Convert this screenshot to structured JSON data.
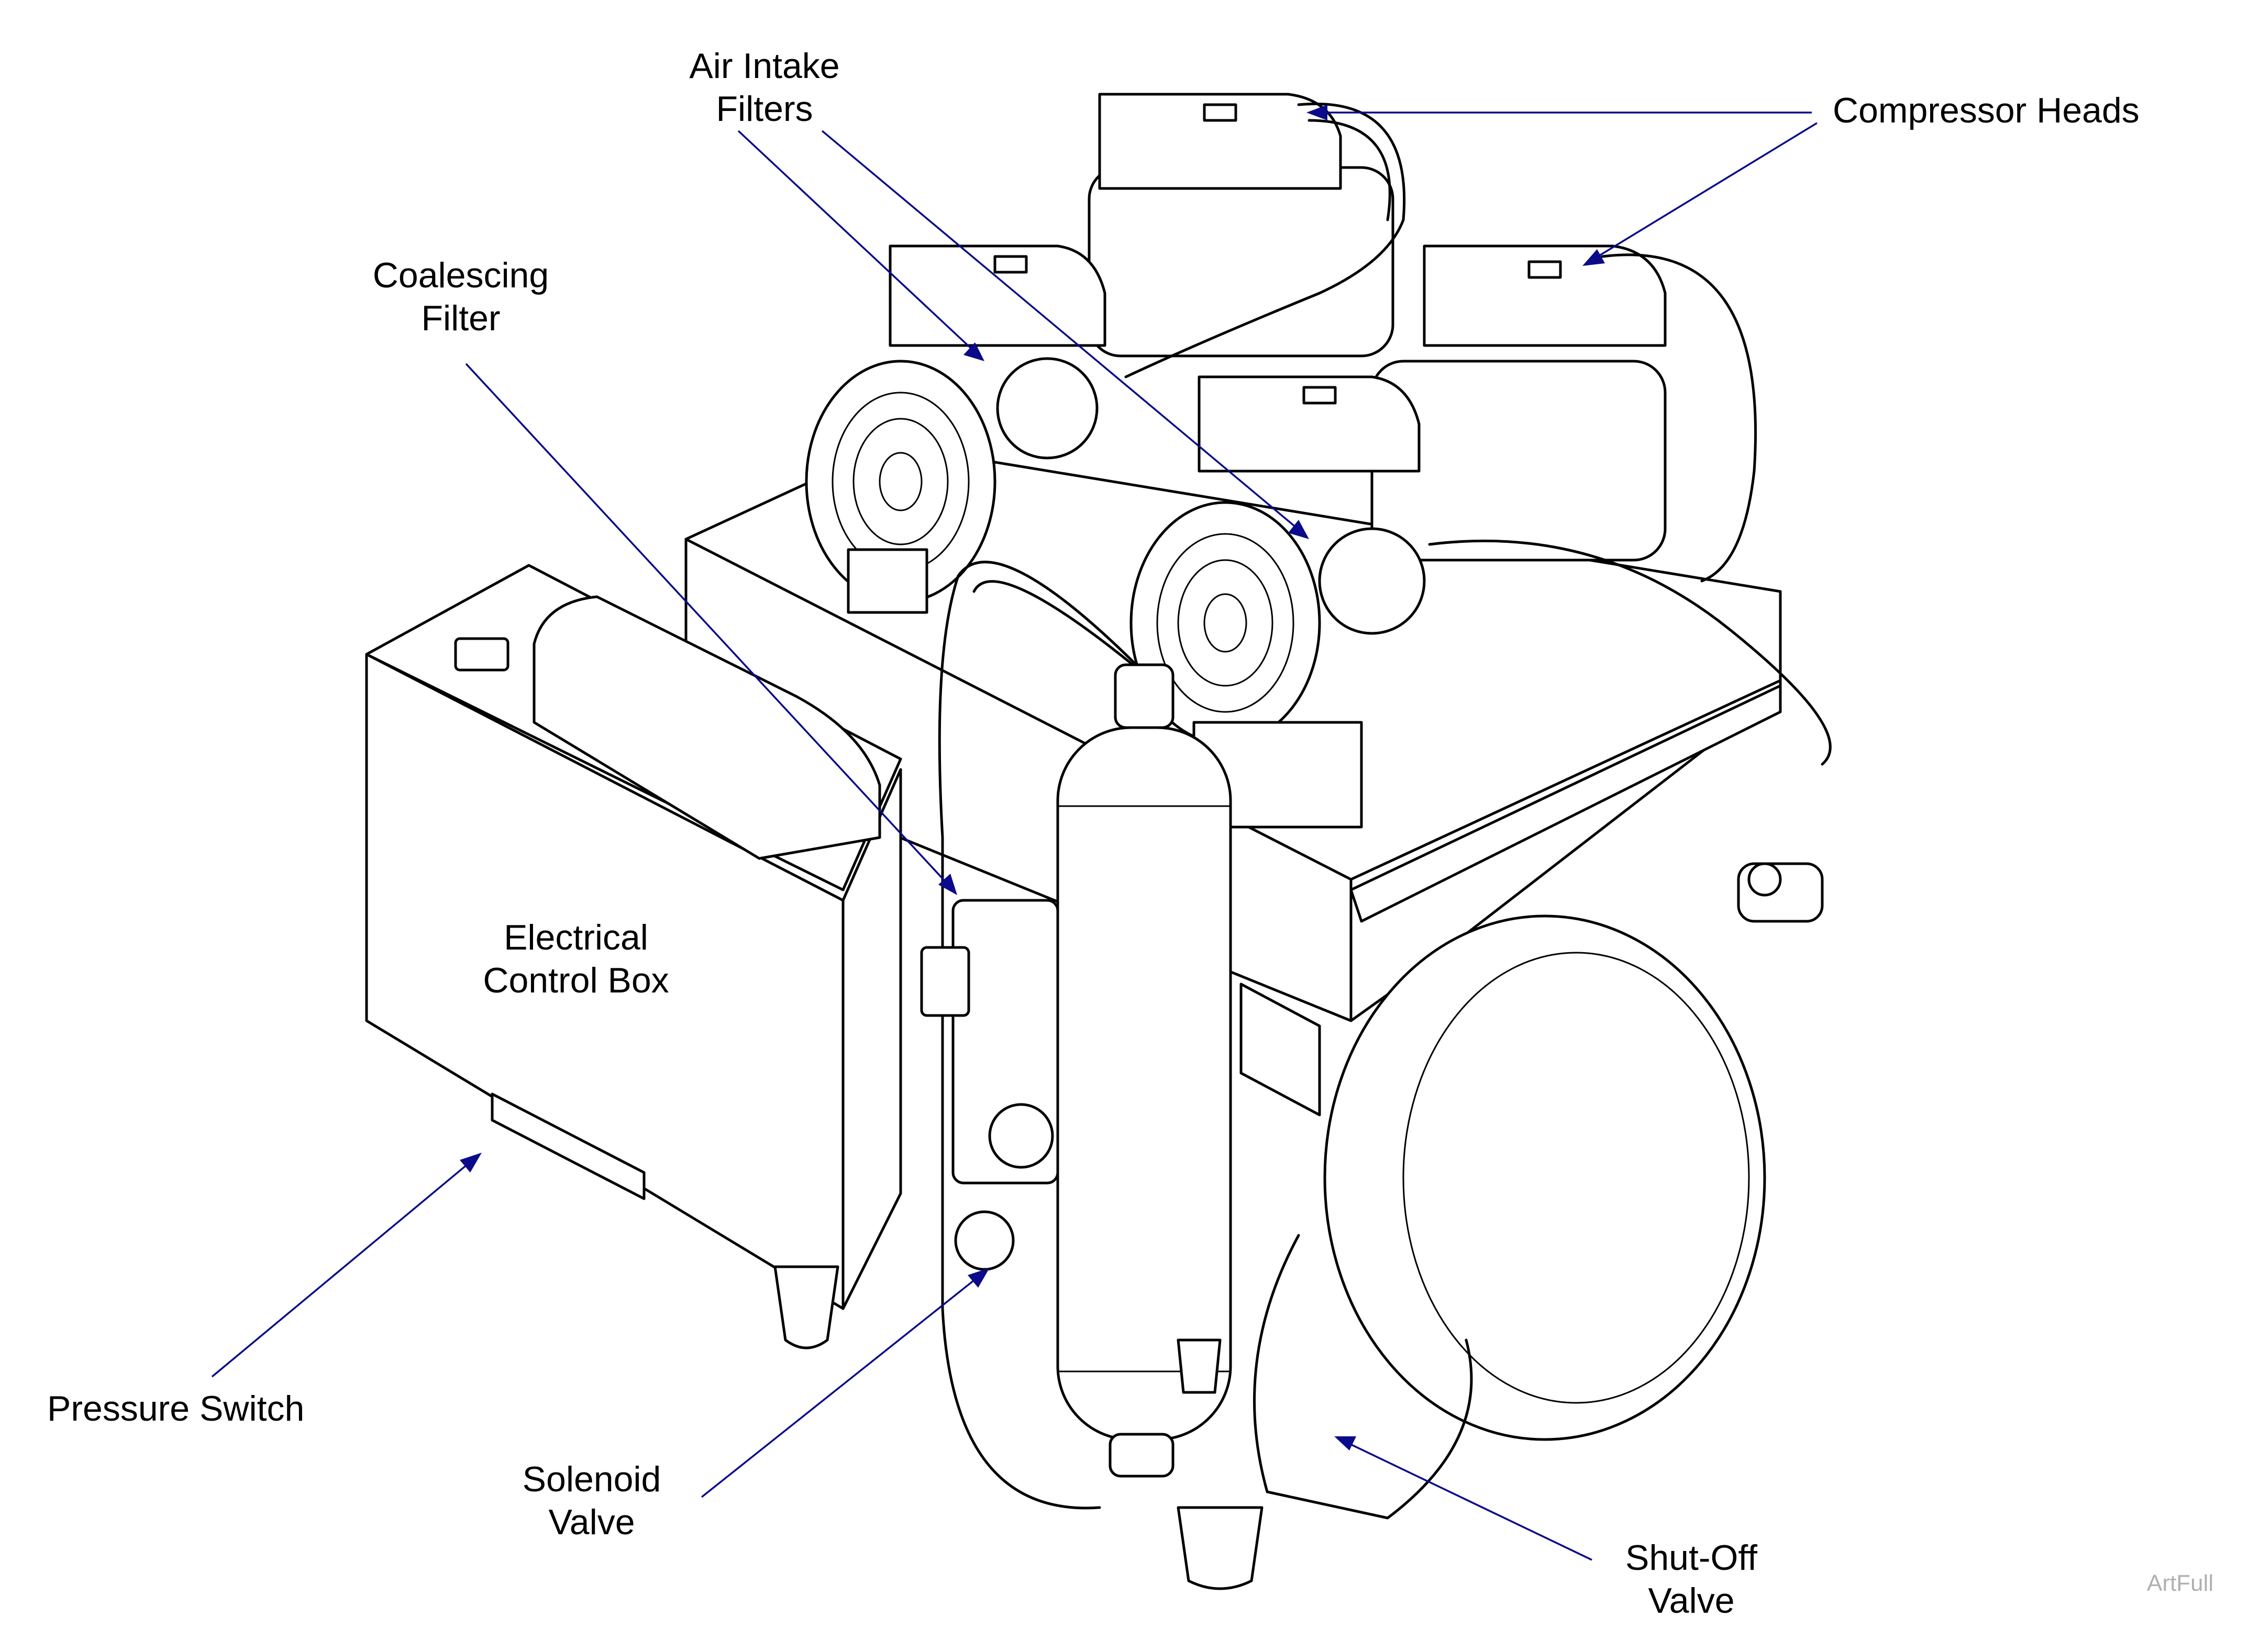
{
  "labels": {
    "air_intake_filters": [
      "Air Intake",
      "Filters"
    ],
    "compressor_heads": "Compressor Heads",
    "coalescing_filter": [
      "Coalescing",
      "Filter"
    ],
    "electrical_control_box": [
      "Electrical",
      "Control Box"
    ],
    "pressure_switch": "Pressure Switch",
    "solenoid_valve": [
      "Solenoid",
      "Valve"
    ],
    "shutoff_valve": [
      "Shut-Off",
      "Valve"
    ]
  },
  "watermark": "ArtFull",
  "colors": {
    "line": "#000000",
    "leader": "#0a0a8a",
    "watermark": "#b0b0b0",
    "background": "#ffffff"
  }
}
